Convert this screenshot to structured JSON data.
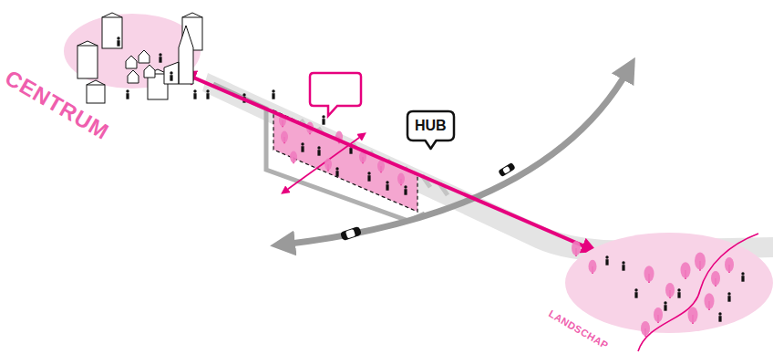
{
  "diagram": {
    "nodes": [
      {
        "text": [
          "CENTRUM"
        ]
      },
      {
        "text": [
          "HUB"
        ]
      },
      {
        "text": [
          "LANDSCHAP"
        ]
      }
    ],
    "edges": [
      {
        "from": 0,
        "to": 2,
        "arrow": "both"
      }
    ]
  }
}
